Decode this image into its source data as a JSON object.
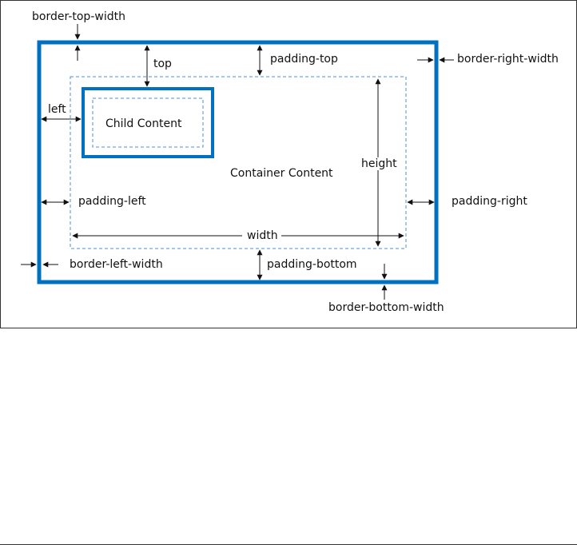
{
  "labels": {
    "border_top_width": "border-top-width",
    "top": "top",
    "padding_top": "padding-top",
    "border_right_width": "border-right-width",
    "left": "left",
    "child_content": "Child Content",
    "height": "height",
    "container_content": "Container Content",
    "padding_left": "padding-left",
    "padding_right": "padding-right",
    "width": "width",
    "border_left_width": "border-left-width",
    "padding_bottom": "padding-bottom",
    "border_bottom_width": "border-bottom-width"
  },
  "colors": {
    "border": "#0070C0",
    "dashed": "#4A90D9",
    "arrow": "#111111"
  }
}
